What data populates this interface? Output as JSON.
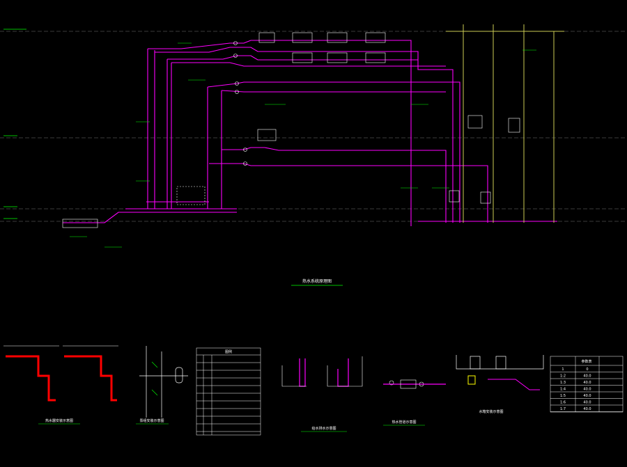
{
  "colors": {
    "background": "#000000",
    "pipe": "#ff00ff",
    "riser": "#ffff66",
    "text": "#00ff00",
    "grid": "#808080",
    "detail_red": "#ff0000",
    "frame": "#ffffff",
    "cyan": "#00ffff"
  },
  "main_title": "热水系统原理图",
  "details": [
    {
      "title": "热水器安装示意图"
    },
    {
      "title": "泵组安装示意图"
    },
    {
      "title": "图例"
    },
    {
      "title": "给水排水示意图"
    },
    {
      "title": "热水管道示意图"
    },
    {
      "title": "水箱安装示意图"
    },
    {
      "title": "参数表"
    }
  ],
  "legend_table": {
    "header": "图例",
    "rows": 10
  },
  "param_table": {
    "header": "参数表",
    "rows": [
      [
        "1",
        "0"
      ],
      [
        "1:2",
        "40.0"
      ],
      [
        "1:3",
        "40.0"
      ],
      [
        "1:4",
        "40.0"
      ],
      [
        "1:5",
        "40.0"
      ],
      [
        "1:6",
        "40.0"
      ],
      [
        "1:7",
        "40.0"
      ]
    ]
  }
}
